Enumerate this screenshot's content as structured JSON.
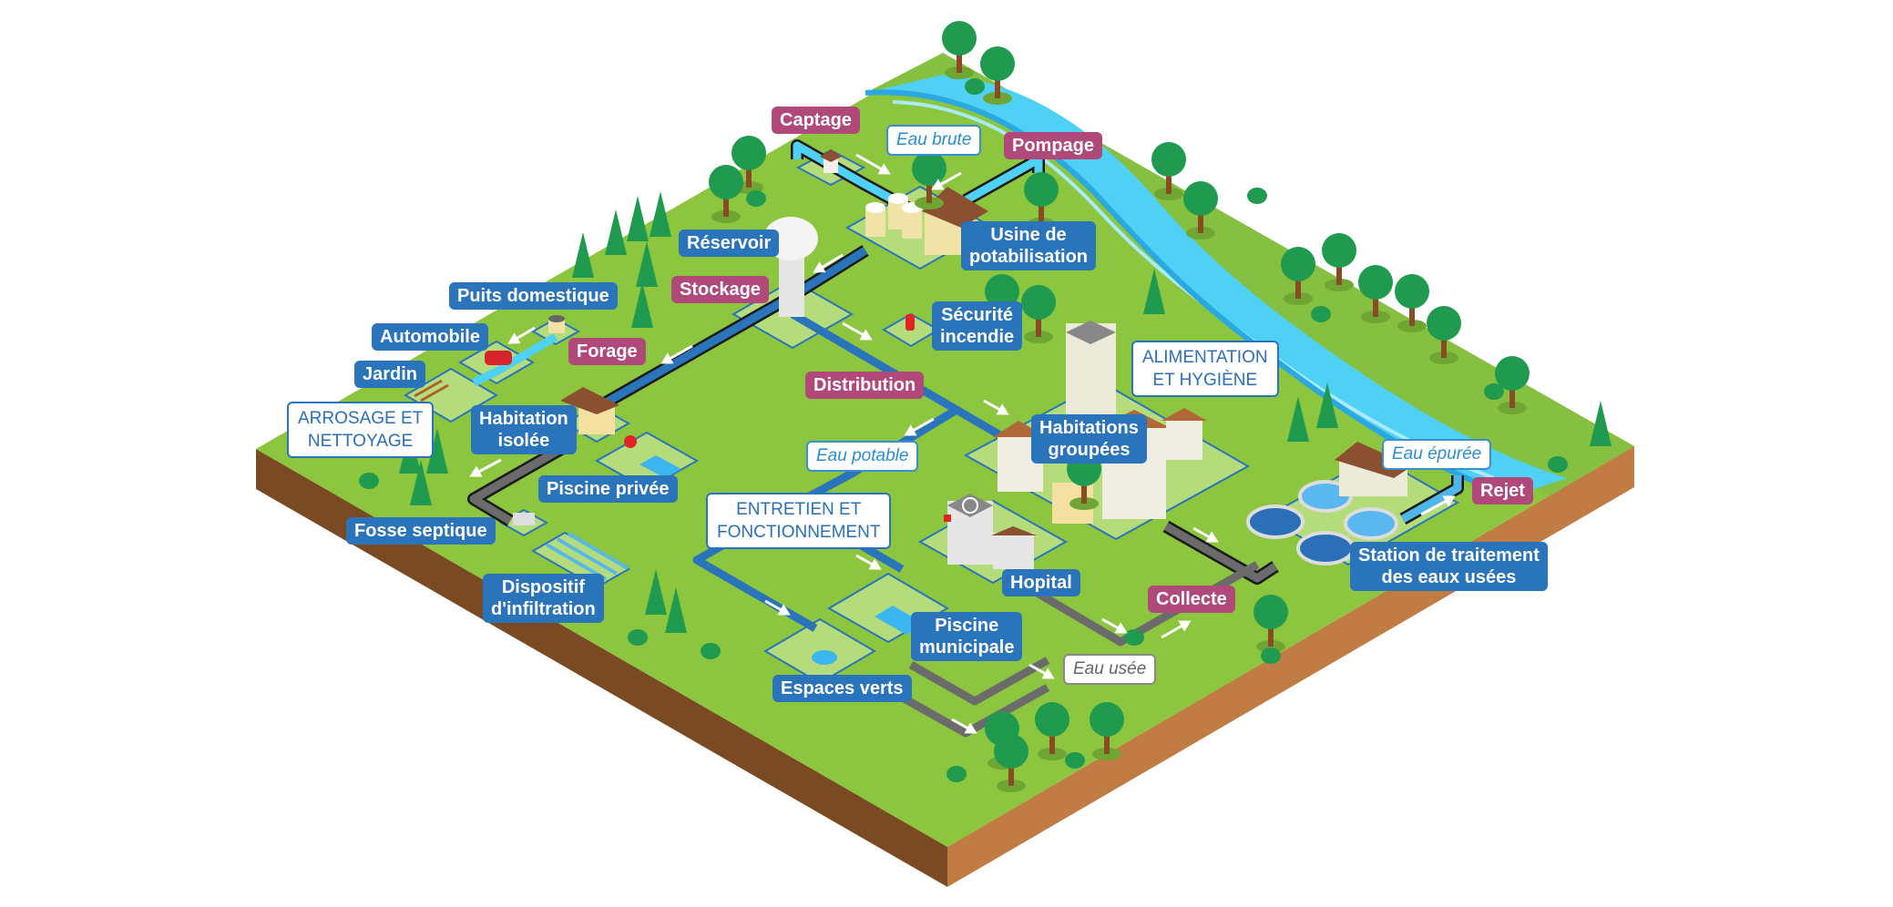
{
  "title": "Cycle de l'eau domestique",
  "categories": [
    {
      "id": "arrosage",
      "text": "ARROSAGE ET\nNETTOYAGE"
    },
    {
      "id": "alimentation",
      "text": "ALIMENTATION\nET HYGIÈNE"
    },
    {
      "id": "entretien",
      "text": "ENTRETIEN ET\nFONCTIONNEMENT"
    }
  ],
  "steps": [
    {
      "id": "captage",
      "text": "Captage"
    },
    {
      "id": "pompage",
      "text": "Pompage"
    },
    {
      "id": "stockage",
      "text": "Stockage"
    },
    {
      "id": "forage",
      "text": "Forage"
    },
    {
      "id": "distribution",
      "text": "Distribution"
    },
    {
      "id": "collecte",
      "text": "Collecte"
    },
    {
      "id": "rejet",
      "text": "Rejet"
    }
  ],
  "flows": [
    {
      "id": "eau_brute",
      "text": "Eau brute"
    },
    {
      "id": "eau_potable",
      "text": "Eau potable"
    },
    {
      "id": "eau_usee",
      "text": "Eau usée"
    },
    {
      "id": "eau_epuree",
      "text": "Eau épurée"
    }
  ],
  "facilities": [
    {
      "id": "usine",
      "text": "Usine de\npotabilisation"
    },
    {
      "id": "reservoir",
      "text": "Réservoir"
    },
    {
      "id": "securite",
      "text": "Sécurité\nincendie"
    },
    {
      "id": "puits",
      "text": "Puits domestique"
    },
    {
      "id": "automobile",
      "text": "Automobile"
    },
    {
      "id": "jardin",
      "text": "Jardin"
    },
    {
      "id": "habitation_isolee",
      "text": "Habitation\nisolée"
    },
    {
      "id": "piscine_privee",
      "text": "Piscine privée"
    },
    {
      "id": "fosse",
      "text": "Fosse septique"
    },
    {
      "id": "infiltration",
      "text": "Dispositif\nd'infiltration"
    },
    {
      "id": "habitations_groupees",
      "text": "Habitations\ngroupées"
    },
    {
      "id": "hopital",
      "text": "Hopital"
    },
    {
      "id": "piscine_municipale",
      "text": "Piscine\nmunicipale"
    },
    {
      "id": "espaces_verts",
      "text": "Espaces verts"
    },
    {
      "id": "station",
      "text": "Station de traitement\ndes eaux usées"
    }
  ],
  "colors": {
    "facility_label": "#2a74bc",
    "step_label": "#b04879",
    "flow_label_text": "#2a8fd0",
    "grass": "#8cc63f",
    "soil_left": "#7a4a22",
    "soil_right": "#c07c43",
    "river": "#4fd0f5",
    "potable_pipe": "#2a74bc",
    "waste_pipe": "#6b6b6b"
  }
}
